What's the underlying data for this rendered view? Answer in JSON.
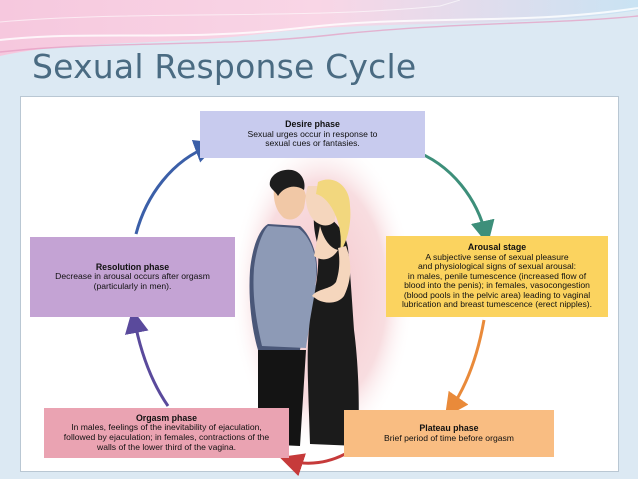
{
  "title": "Sexual Response Cycle",
  "phases": {
    "desire": {
      "title": "Desire phase",
      "lines": [
        "Sexual urges occur in response to",
        "sexual cues or fantasies."
      ]
    },
    "arousal": {
      "title": "Arousal stage",
      "lines": [
        "A subjective sense of sexual pleasure",
        "and physiological signs of sexual arousal:",
        "in males, penile tumescence (increased flow of",
        "blood into the penis); in females, vasocongestion",
        "(blood pools in the pelvic area) leading to vaginal",
        "lubrication and breast tumescence (erect nipples)."
      ]
    },
    "plateau": {
      "title": "Plateau phase",
      "lines": [
        "Brief period of time before orgasm"
      ]
    },
    "orgasm": {
      "title": "Orgasm phase",
      "lines": [
        "In males, feelings of the inevitability of ejaculation,",
        "followed by ejaculation; in females, contractions of the",
        "walls of the lower third of the vagina."
      ]
    },
    "resolution": {
      "title": "Resolution phase",
      "lines": [
        "Decrease in arousal occurs after orgasm",
        "(particularly in men)."
      ]
    }
  },
  "colors": {
    "desire": "#c8cbee",
    "arousal": "#fbd35f",
    "plateau": "#f9bd82",
    "orgasm": "#eaa3b2",
    "resolution": "#c4a3d4",
    "title": "#4a6b82"
  }
}
